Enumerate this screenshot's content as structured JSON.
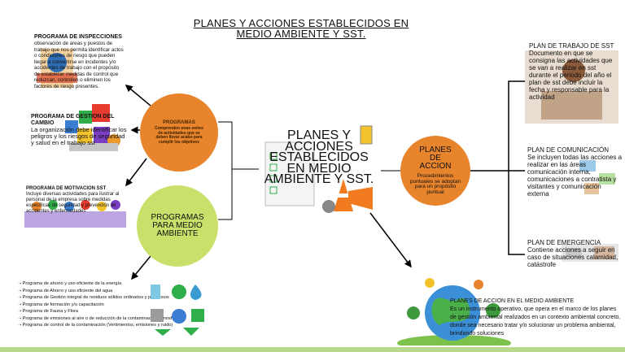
{
  "title": {
    "line1": "PLANES Y ACCIONES ESTABLECIDOS EN",
    "line2": "MEDIO AMBIENTE Y SST."
  },
  "center": {
    "label": "PLANES Y ACCIONES ESTABLECIDOS EN MEDIO AMBIENTE Y SST."
  },
  "programas_circle": {
    "heading": "PROGRAMAS",
    "text": "Comprenden unas series de actividades que se deben llevar acabo para cumplir los objetivos"
  },
  "medio_circle": {
    "heading": "PROGRAMAS PARA MEDIO AMBIENTE"
  },
  "planes_circle": {
    "heading": "PLANES DE ACCION",
    "text": "Procedimientos puntuales se adoptan para un propósito puntual"
  },
  "left_boxes": [
    {
      "heading": "PROGRAMA DE INSPECCIONES",
      "text": "observación de areas y puestos de trabajo que nos permita identificar actos o condiciones de riesgo que pueden llegar a convertirse en incidentes y/o accidentes de trabajo con el propósito de establecer medidas de control que reduzcan, controlen o eliminen los factores de riesgo presentes."
    },
    {
      "heading": "PROGRAMA DE GESTION DEL CAMBIO",
      "text": "La organización debe identificar los peligros y los riesgos de seguridad y salud en el trabajo sst"
    },
    {
      "heading": "PROGRAMA DE MOTIVACION SST",
      "text": "Incluye diversas actividades para ilustrar al personal de la empresa sobre medidas específicas de seguridad y prevención de accidentes y enfermedades"
    }
  ],
  "medio_list": [
    "Programa de ahorro y uso eficiente de la energía",
    "Programa de Ahorro y uso eficiente del agua",
    "Programa de Gestión integral de residuos sólidos ordinarios y peligrosos",
    "Programa de formación y/o capacitación",
    "Programa de Fauna y Flora",
    "Programa de emisiones al aire o de reducción de la contaminación atmosférica",
    "Programa de control de la contaminación (Vertimientos, emisiones y ruido)"
  ],
  "right_boxes": [
    {
      "heading": "PLAN DE TRABAJO DE SST",
      "text": "Documento en que se consigna las actividades que se van a realizar en sst durante el periodo del año el plan de sst debe incluir la fecha y responsable para la actividad"
    },
    {
      "heading": "PLAN DE COMUNICACIÓN",
      "text": "Se incluyen todas las acciones a realizar en las áreas comunicación interna, comunicaciones a contratista y visitantes y comunicación externa"
    },
    {
      "heading": "PLAN DE EMERGENCIA",
      "text": "Contiene acciones a seguir en caso de situaciones calamidad, catástrofe"
    }
  ],
  "accion": {
    "heading": "PLANES DE ACCION EN EL MEDIO AMBIENTE",
    "text": "Es un instrumento operativo, que opera en el marco de los planes de gestión ambiental realizados en un contexto ambiental concreto, donde sea necesario tratar y/o solucionar un problema ambiental, brindando soluciones"
  },
  "colors": {
    "orange": "#e8842c",
    "green": "#c9e06a",
    "footer": "#b8d98a"
  }
}
